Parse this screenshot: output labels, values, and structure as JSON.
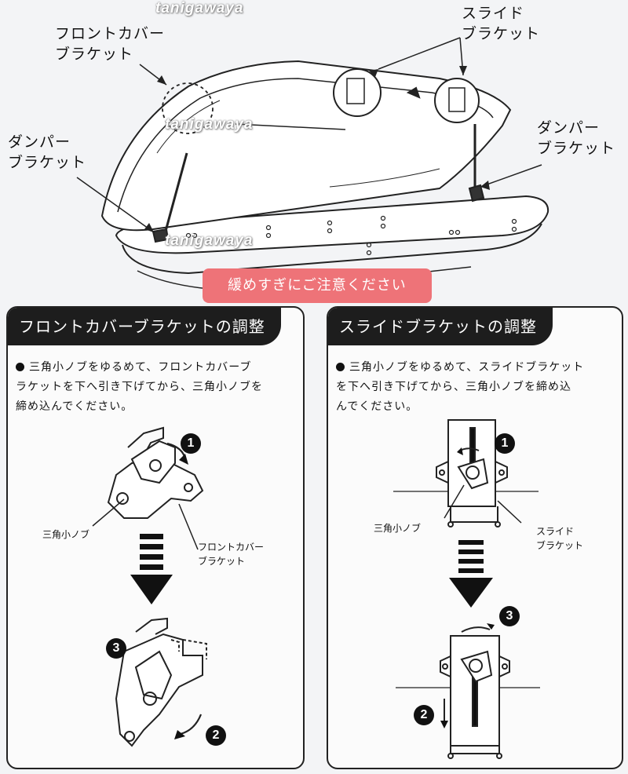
{
  "watermark": "tanigawaya",
  "top_labels": {
    "front_cover_bracket": [
      "フロントカバー",
      "ブラケット"
    ],
    "slide_bracket": [
      "スライド",
      "ブラケット"
    ],
    "damper_left": [
      "ダンパー",
      "ブラケット"
    ],
    "damper_right": [
      "ダンパー",
      "ブラケット"
    ]
  },
  "caution": "緩めすぎにご注意ください",
  "left_panel": {
    "title": "フロントカバーブラケットの調整",
    "instruction": [
      "三角小ノブをゆるめて、フロントカバーブ",
      "ラケットを下へ引き下げてから、三角小ノブを",
      "締め込んでください。"
    ],
    "knob_label": "三角小ノブ",
    "bracket_label": [
      "フロントカバー",
      "ブラケット"
    ],
    "steps": [
      "1",
      "2",
      "3"
    ]
  },
  "right_panel": {
    "title": "スライドブラケットの調整",
    "instruction": [
      "三角小ノブをゆるめて、スライドブラケット",
      "を下へ引き下げてから、三角小ノブを締め込",
      "んでください。"
    ],
    "knob_label": "三角小ノブ",
    "bracket_label": [
      "スライド",
      "ブラケット"
    ],
    "steps": [
      "1",
      "2",
      "3"
    ]
  }
}
